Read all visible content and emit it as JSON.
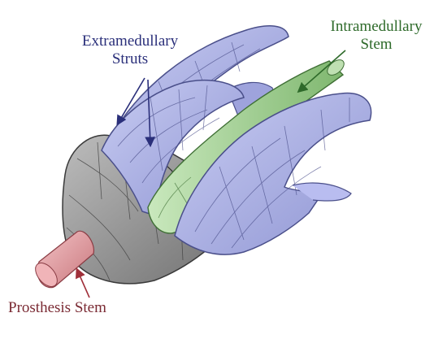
{
  "labels": {
    "extramedullary": {
      "line1": "Extramedullary",
      "line2": "Struts"
    },
    "intramedullary": {
      "line1": "Intramedullary",
      "line2": "Stem"
    },
    "prosthesis": "Prosthesis Stem"
  },
  "colors": {
    "strut_fill": "#aeb3e6",
    "strut_stroke": "#4a4f8a",
    "stem_fill": "#a9d39c",
    "stem_stroke": "#3f6f35",
    "collar_fill": "#9a9a9a",
    "collar_stroke": "#3a3a3a",
    "prosthesis_fill": "#e6a5a8",
    "prosthesis_stroke": "#8a3c44",
    "extra_label": "#2a2f7a",
    "intra_label": "#2e6a2a",
    "prosthesis_label": "#7a2a33"
  }
}
